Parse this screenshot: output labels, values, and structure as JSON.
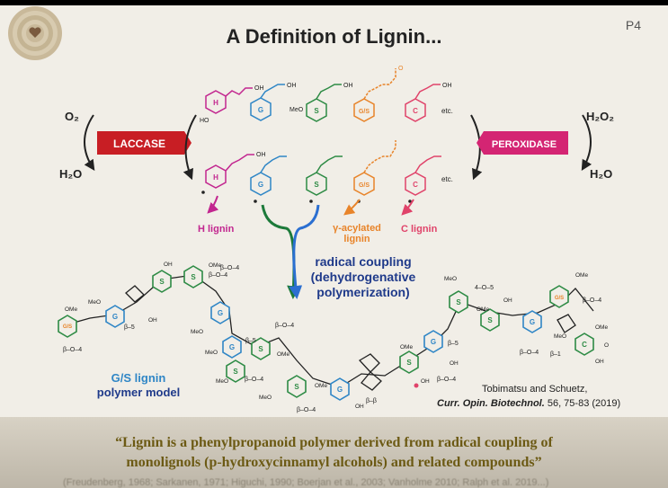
{
  "page": {
    "title": "A Definition of Lignin...",
    "page_number": "P4"
  },
  "reactions": {
    "left": {
      "reactant": "O₂",
      "product": "H₂O",
      "enzyme": "LACCASE"
    },
    "right": {
      "reactant": "H₂O₂",
      "product": "H₂O",
      "enzyme": "PEROXIDASE"
    }
  },
  "monomer_ring_letters": [
    "H",
    "G",
    "S",
    "G/S",
    "C"
  ],
  "etc": "etc.",
  "substituents": {
    "oh": "OH",
    "ho": "HO",
    "meo": "MeO",
    "ome": "OMe",
    "o": "O"
  },
  "lignin_types": {
    "h": "H lignin",
    "gamma_acylated_line1": "γ-acylated",
    "gamma_acylated_line2": "lignin",
    "c": "C lignin"
  },
  "coupling": {
    "line1": "radical coupling",
    "line2": "(dehydrogenative",
    "line3": "polymerization)"
  },
  "model_label": {
    "line1": "G/S lignin",
    "line2": "polymer model"
  },
  "linkages": {
    "b_o_4": "β–O–4",
    "b_5": "β–5",
    "b_b": "β–β",
    "four_o_5": "4–O–5",
    "b_1": "β–1"
  },
  "citation": {
    "authors": "Tobimatsu and Schuetz,",
    "journal": "Curr. Opin. Biotechnol.",
    "details": " 56, 75-83 (2019)"
  },
  "quote": {
    "line1": "“Lignin is a phenylpropanoid polymer derived from radical coupling of",
    "line2": "monolignols (p-hydroxycinnamyl alcohols) and related compounds”"
  },
  "references": "(Freudenberg, 1968; Sarkanen, 1971; Higuchi, 1990; Boerjan et al., 2003; Vanholme 2010; Ralph et al. 2019...)",
  "colors": {
    "h": "#c2268f",
    "g": "#2f86c6",
    "s": "#2e8b45",
    "gs": "#e8842a",
    "c": "#e0436a",
    "laccase": "#c81e24",
    "peroxidase": "#d42573",
    "coupling_green": "#1d7a3a",
    "coupling_blue": "#2b6fd1",
    "navy": "#1f3a8a",
    "quote": "#6c5a14"
  }
}
